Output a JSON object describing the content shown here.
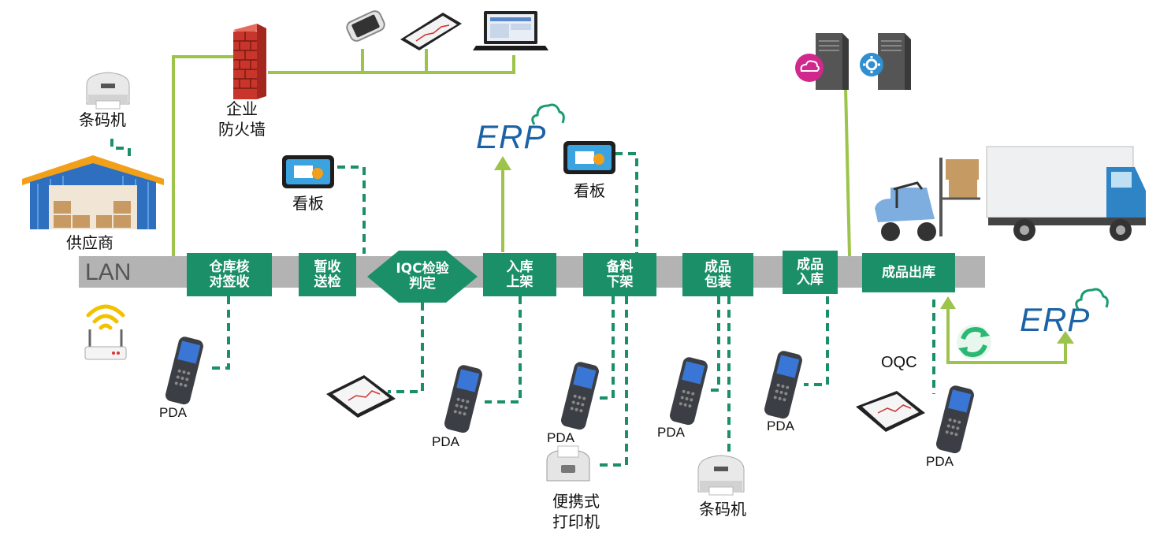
{
  "network": {
    "lan_label": "LAN"
  },
  "labels": {
    "barcode_printer_top": "条码机",
    "supplier": "供应商",
    "firewall_line1": "企业",
    "firewall_line2": "防火墙",
    "kanban_1": "看板",
    "kanban_2": "看板",
    "erp_top": "ERP",
    "erp_right": "ERP",
    "oqc": "OQC",
    "pda_1": "PDA",
    "pda_2": "PDA",
    "pda_3": "PDA",
    "pda_4": "PDA",
    "pda_5": "PDA",
    "pda_6": "PDA",
    "portable_printer_line1": "便携式",
    "portable_printer_line2": "打印机",
    "barcode_printer_bottom": "条码机"
  },
  "steps": [
    {
      "line1": "仓库核",
      "line2": "对签收"
    },
    {
      "line1": "暂收",
      "line2": "送检"
    },
    {
      "line1": "IQC检验",
      "line2": "判定"
    },
    {
      "line1": "入库",
      "line2": "上架"
    },
    {
      "line1": "备料",
      "line2": "下架"
    },
    {
      "line1": "成品",
      "line2": "包装"
    },
    {
      "line1": "成品",
      "line2": "入库"
    },
    {
      "line1": "成品出库",
      "line2": ""
    }
  ],
  "colors": {
    "step_green": "#1a8f68",
    "solid_link": "#9cc44a",
    "dashed_link": "#1a8f68",
    "lan_bar": "#b3b3b3",
    "erp_text": "#1b63a6",
    "erp_cloud": "#1a9a72"
  },
  "icons": [
    "barcode-printer-icon",
    "warehouse-icon",
    "wifi-router-icon",
    "firewall-icon",
    "smartphone-icon",
    "tablet-icon",
    "laptop-icon",
    "monitor-kanban-icon",
    "cloud-server-icon",
    "settings-server-icon",
    "forklift-icon",
    "truck-icon",
    "pda-icon",
    "portable-printer-icon",
    "sync-icon"
  ]
}
